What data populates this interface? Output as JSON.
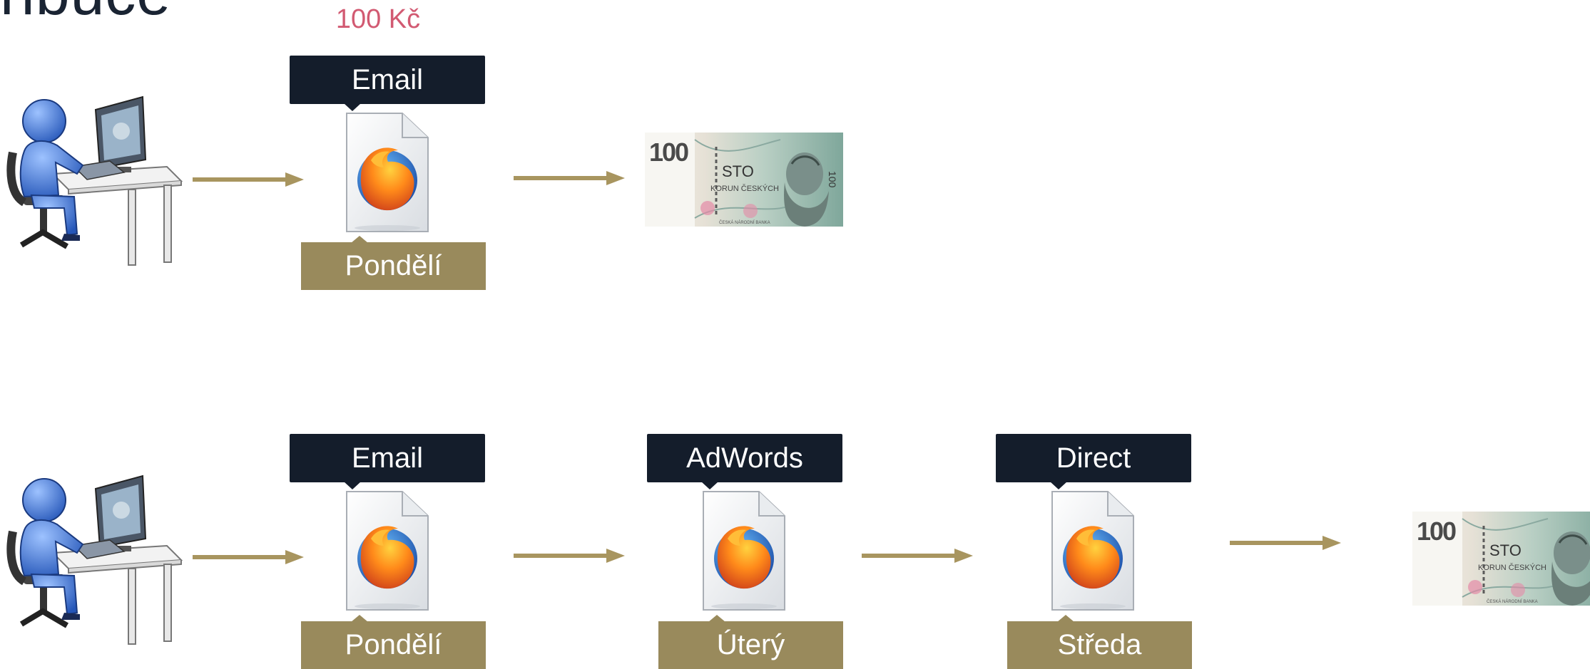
{
  "page": {
    "title_fragment": "ribuce",
    "price": "100 Kč"
  },
  "diagram": {
    "row1": {
      "steps": [
        {
          "channel": "Email",
          "day": "Pondělí"
        }
      ]
    },
    "row2": {
      "steps": [
        {
          "channel": "Email",
          "day": "Pondělí"
        },
        {
          "channel": "AdWords",
          "day": "Úterý"
        },
        {
          "channel": "Direct",
          "day": "Středa"
        }
      ]
    },
    "banknote": {
      "value_text": "100",
      "word": "STO",
      "subtitle": "KORUN ČESKÝCH",
      "small": "ČESKÁ NÁRODNÍ BANKA"
    }
  },
  "colors": {
    "channel_bg": "#141d2b",
    "day_bg": "#998a5c",
    "arrow": "#a8955f",
    "price": "#d25a72",
    "person": "#3b6fc9"
  },
  "icons": [
    "user-at-computer-icon",
    "firefox-document-icon",
    "banknote-icon",
    "arrow-right-icon"
  ]
}
